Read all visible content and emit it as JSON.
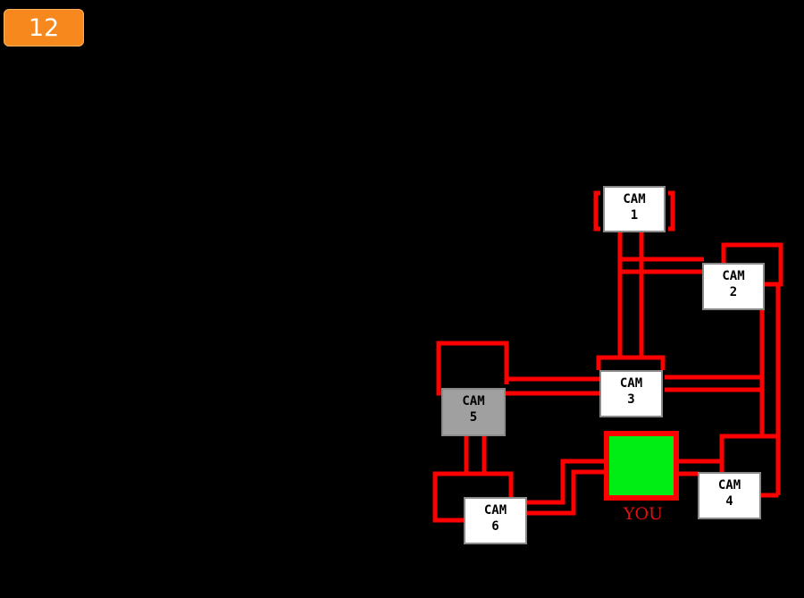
{
  "night_badge": {
    "value": "12"
  },
  "map": {
    "cameras": [
      {
        "id": "cam1",
        "line1": "CAM",
        "line2": "1",
        "selected": false
      },
      {
        "id": "cam2",
        "line1": "CAM",
        "line2": "2",
        "selected": false
      },
      {
        "id": "cam3",
        "line1": "CAM",
        "line2": "3",
        "selected": false
      },
      {
        "id": "cam4",
        "line1": "CAM",
        "line2": "4",
        "selected": false
      },
      {
        "id": "cam5",
        "line1": "CAM",
        "line2": "5",
        "selected": true
      },
      {
        "id": "cam6",
        "line1": "CAM",
        "line2": "6",
        "selected": false
      }
    ],
    "you_label": "YOU"
  },
  "colors": {
    "background": "#000000",
    "badge": "#f7881d",
    "wire": "#ff0000",
    "you_room": "#00ee13",
    "cam_selected": "#a0a0a0",
    "cam_default": "#ffffff"
  }
}
